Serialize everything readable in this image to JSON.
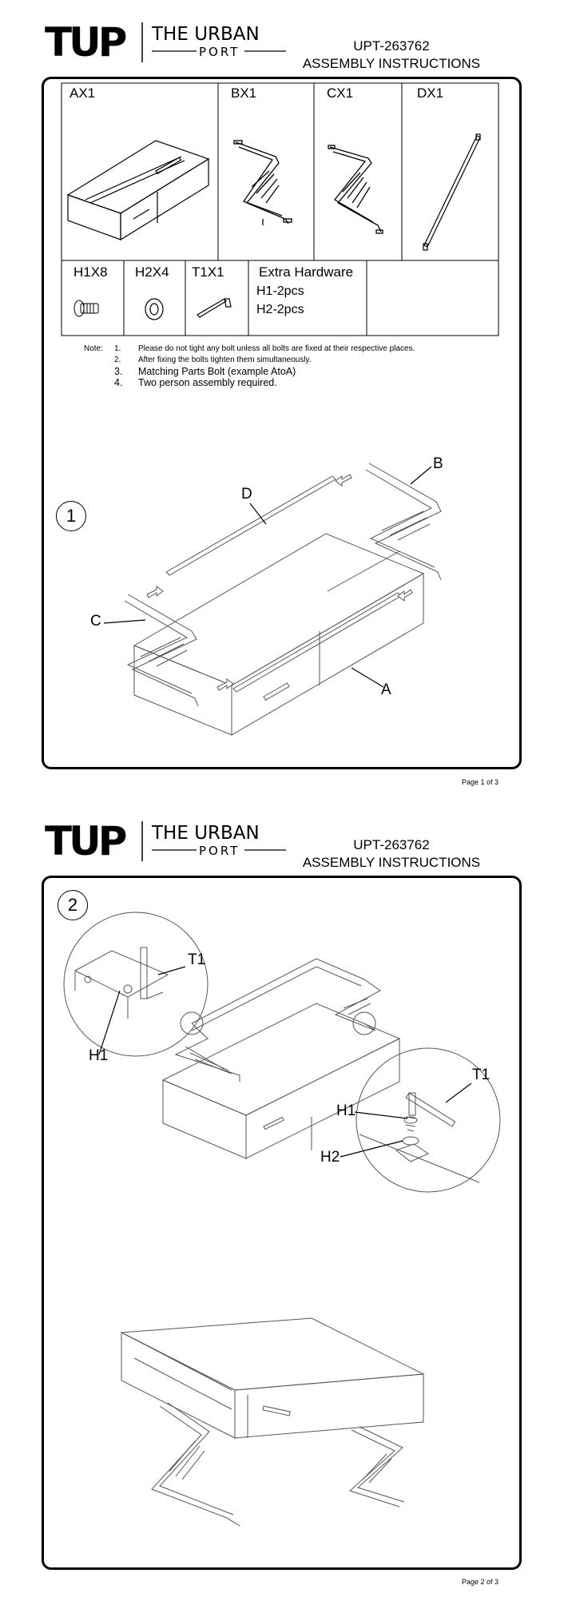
{
  "brand": {
    "mark": "TUP",
    "name_top": "THE URBAN",
    "name_bottom": "PORT"
  },
  "doc": {
    "model": "UPT-263762",
    "title": "ASSEMBLY INSTRUCTIONS"
  },
  "parts": {
    "ax": "AX1",
    "bx": "BX1",
    "cx": "CX1",
    "dx": "DX1",
    "h1": "H1X8",
    "h2": "H2X4",
    "t1": "T1X1",
    "extra_title": "Extra Hardware",
    "extra_1": "H1-2pcs",
    "extra_2": "H2-2pcs"
  },
  "notes": {
    "label": "Note:",
    "items": [
      {
        "n": "1.",
        "text": "Please do not tight any bolt unless all bolts are fixed at their respective places."
      },
      {
        "n": "2.",
        "text": "After fixing the bolts tighten them simultaneously."
      },
      {
        "n": "3.",
        "text": "Matching Parts Bolt (example AtoA)"
      },
      {
        "n": "4.",
        "text": "Two person assembly required."
      }
    ]
  },
  "step1": {
    "num": "1",
    "labels": {
      "a": "A",
      "b": "B",
      "c": "C",
      "d": "D"
    }
  },
  "step2": {
    "num": "2",
    "labels": {
      "t1_left": "T1",
      "h1_left": "H1",
      "t1_right": "T1",
      "h1_right": "H1",
      "h2_right": "H2"
    }
  },
  "pages": {
    "p1": "Page 1 of 3",
    "p2": "Page 2 of 3"
  }
}
